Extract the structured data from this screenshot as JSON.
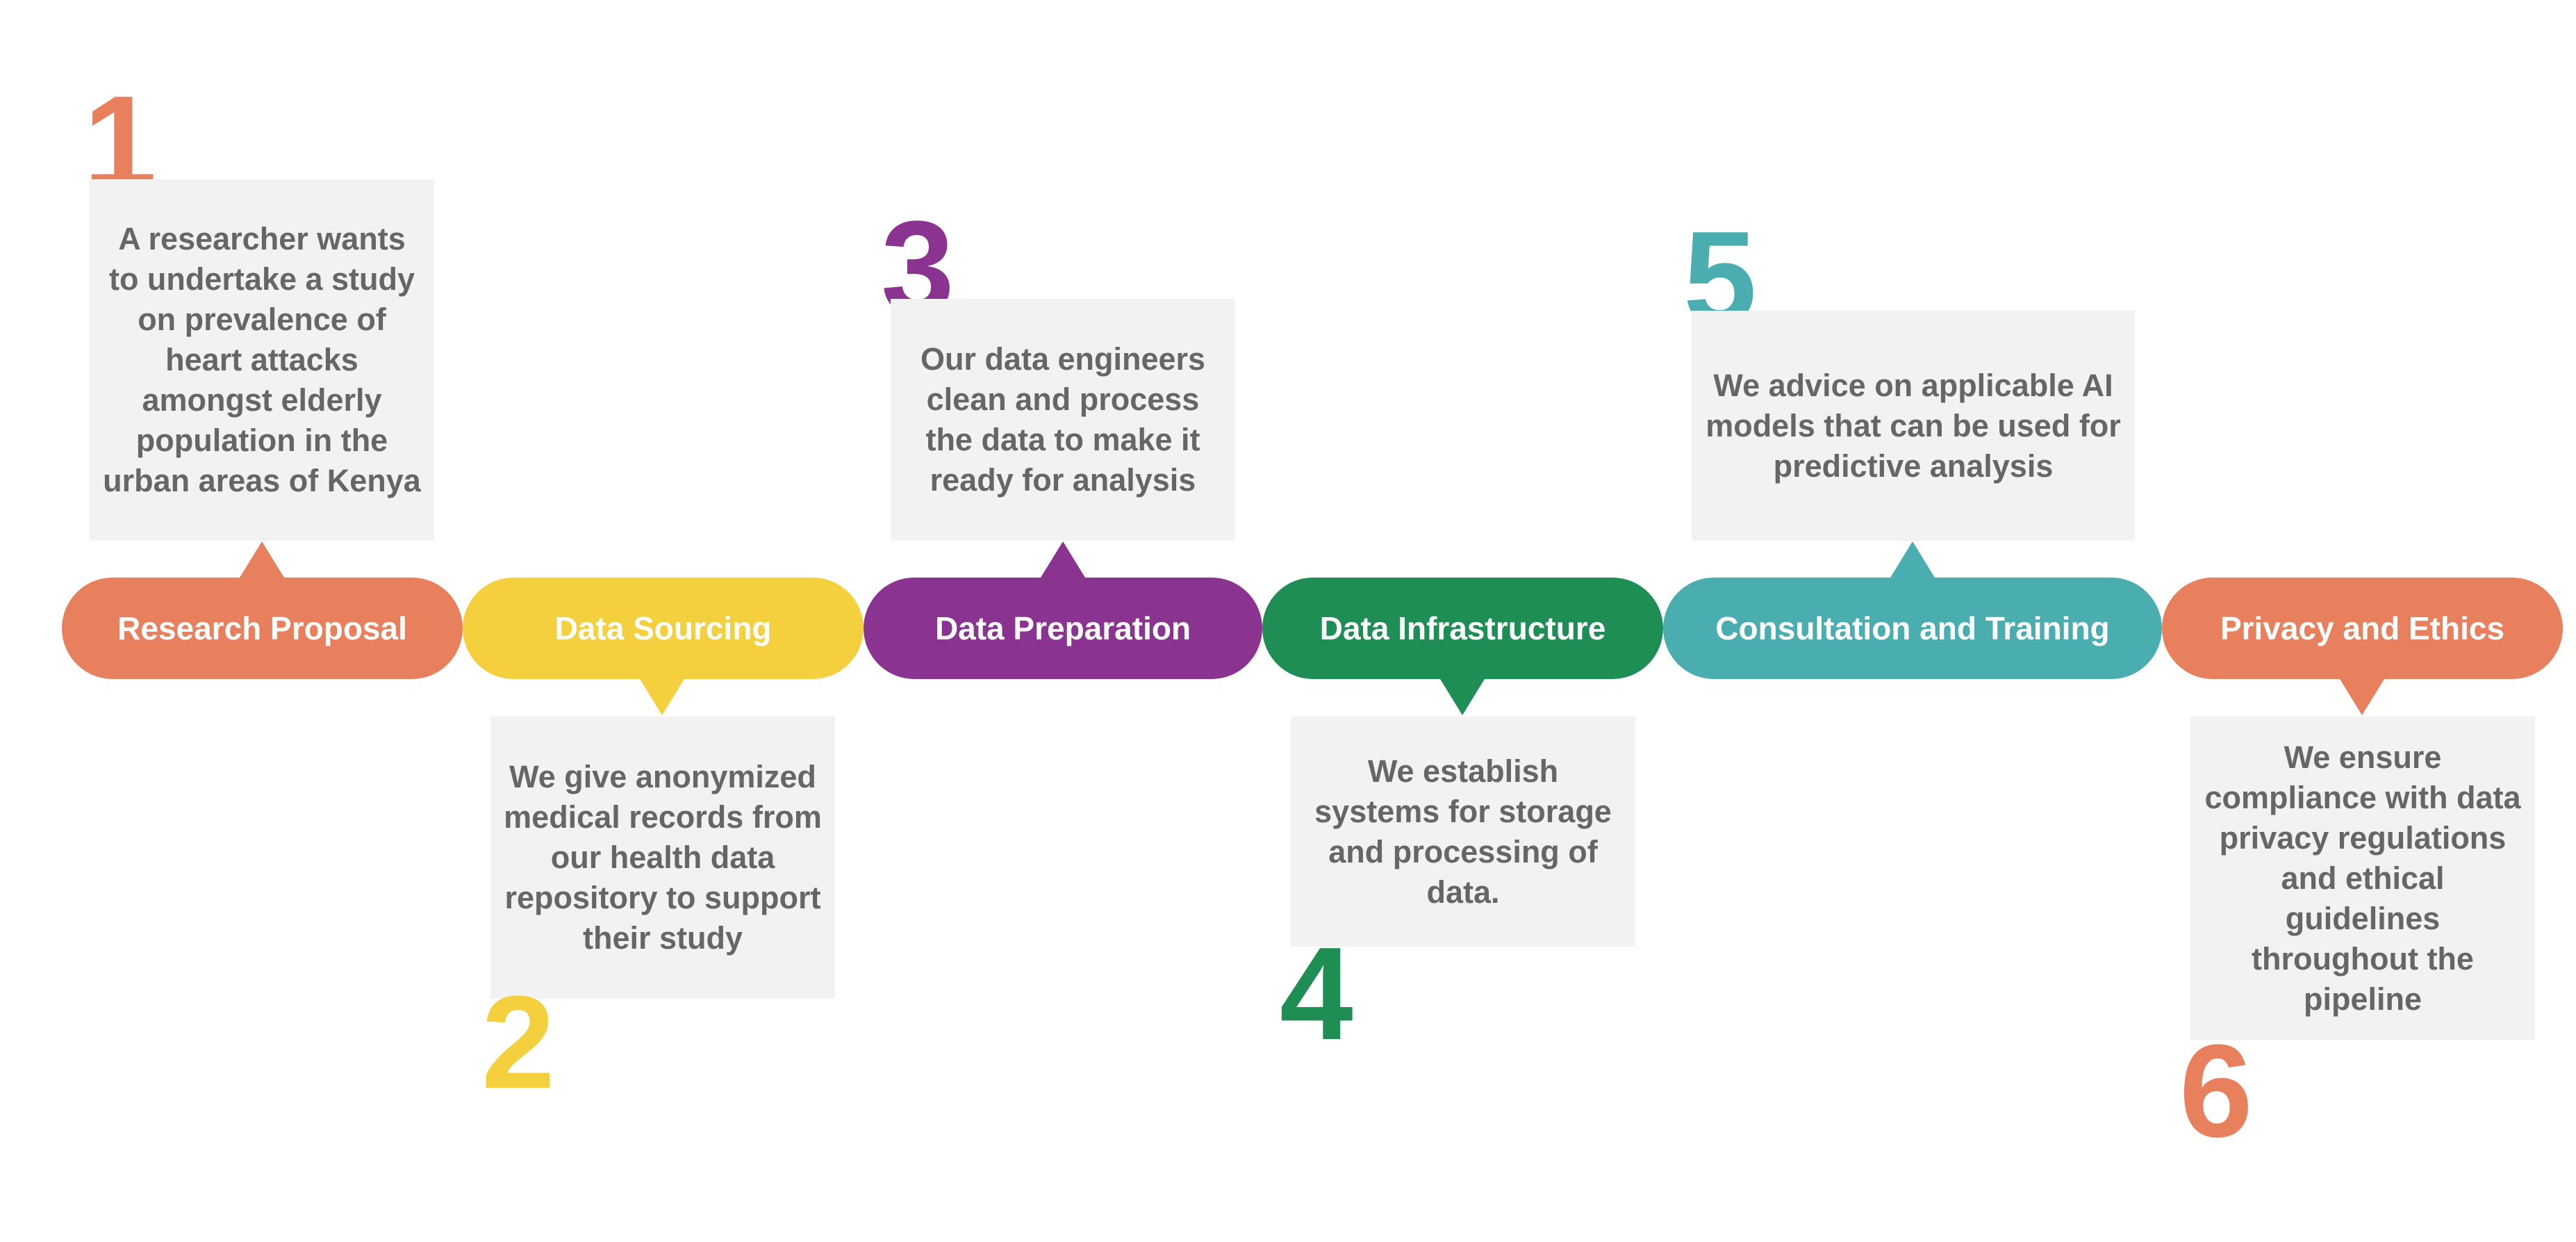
{
  "colors": {
    "orange": "#e8805e",
    "yellow": "#f4d03f",
    "purple": "#8b3390",
    "green": "#1e8e54",
    "teal": "#4aadb0",
    "box_bg": "#f2f2f2",
    "box_text": "#666666"
  },
  "steps": [
    {
      "number": "1",
      "label": "Research Proposal",
      "description": "A researcher wants to undertake a study on prevalence of heart attacks amongst elderly population in the urban areas of Kenya",
      "color": "#e8805e",
      "position": "above"
    },
    {
      "number": "2",
      "label": "Data Sourcing",
      "description": "We give anonymized medical records from our health data repository to support their study",
      "color": "#f4d03f",
      "position": "below"
    },
    {
      "number": "3",
      "label": "Data Preparation",
      "description": "Our data engineers clean and process the data to make it ready for analysis",
      "color": "#8b3390",
      "position": "above"
    },
    {
      "number": "4",
      "label": "Data Infrastructure",
      "description": "We establish systems for storage and processing of data.",
      "color": "#1e8e54",
      "position": "below"
    },
    {
      "number": "5",
      "label": "Consultation and Training",
      "description": "We advice on applicable AI models that can be used for predictive analysis",
      "color": "#4aadb0",
      "position": "above"
    },
    {
      "number": "6",
      "label": "Privacy and Ethics",
      "description": "We ensure compliance with data privacy regulations and ethical guidelines throughout the pipeline",
      "color": "#e8805e",
      "position": "below"
    }
  ]
}
